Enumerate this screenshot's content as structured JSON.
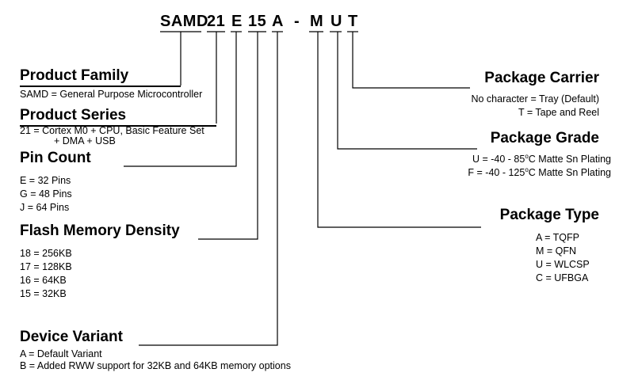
{
  "code": {
    "family": "SAMD",
    "series": "21",
    "pins": "E",
    "flash": "15",
    "variant": "A",
    "dash": "-",
    "grade_type": "M",
    "grade": "U",
    "carrier": "T"
  },
  "sections": {
    "product_family": {
      "title": "Product Family",
      "lines": [
        "SAMD = General Purpose Microcontroller"
      ]
    },
    "product_series": {
      "title": "Product Series",
      "lines": [
        "21 = Cortex M0 + CPU, Basic Feature Set",
        "+ DMA + USB"
      ]
    },
    "pin_count": {
      "title": "Pin Count",
      "lines": [
        "E = 32 Pins",
        "G = 48 Pins",
        "J = 64 Pins"
      ]
    },
    "flash_memory": {
      "title": "Flash Memory Density",
      "lines": [
        "18 = 256KB",
        "17 = 128KB",
        "16 = 64KB",
        "15 = 32KB"
      ]
    },
    "device_variant": {
      "title": "Device Variant",
      "lines": [
        "A = Default Variant",
        "B = Added RWW support for 32KB and 64KB memory options"
      ]
    },
    "package_carrier": {
      "title": "Package Carrier",
      "lines": [
        "No character = Tray (Default)",
        "T = Tape and Reel"
      ]
    },
    "package_grade": {
      "title": "Package Grade",
      "line1_pre": "U = -40 - 85",
      "line1_post": "C Matte Sn Plating",
      "line2_pre": "F =  -40 - 125",
      "line2_post": "C Matte Sn Plating",
      "degree": "o"
    },
    "package_type": {
      "title": "Package Type",
      "lines": [
        "A = TQFP",
        "M = QFN",
        "U = WLCSP",
        "C = UFBGA"
      ]
    }
  }
}
